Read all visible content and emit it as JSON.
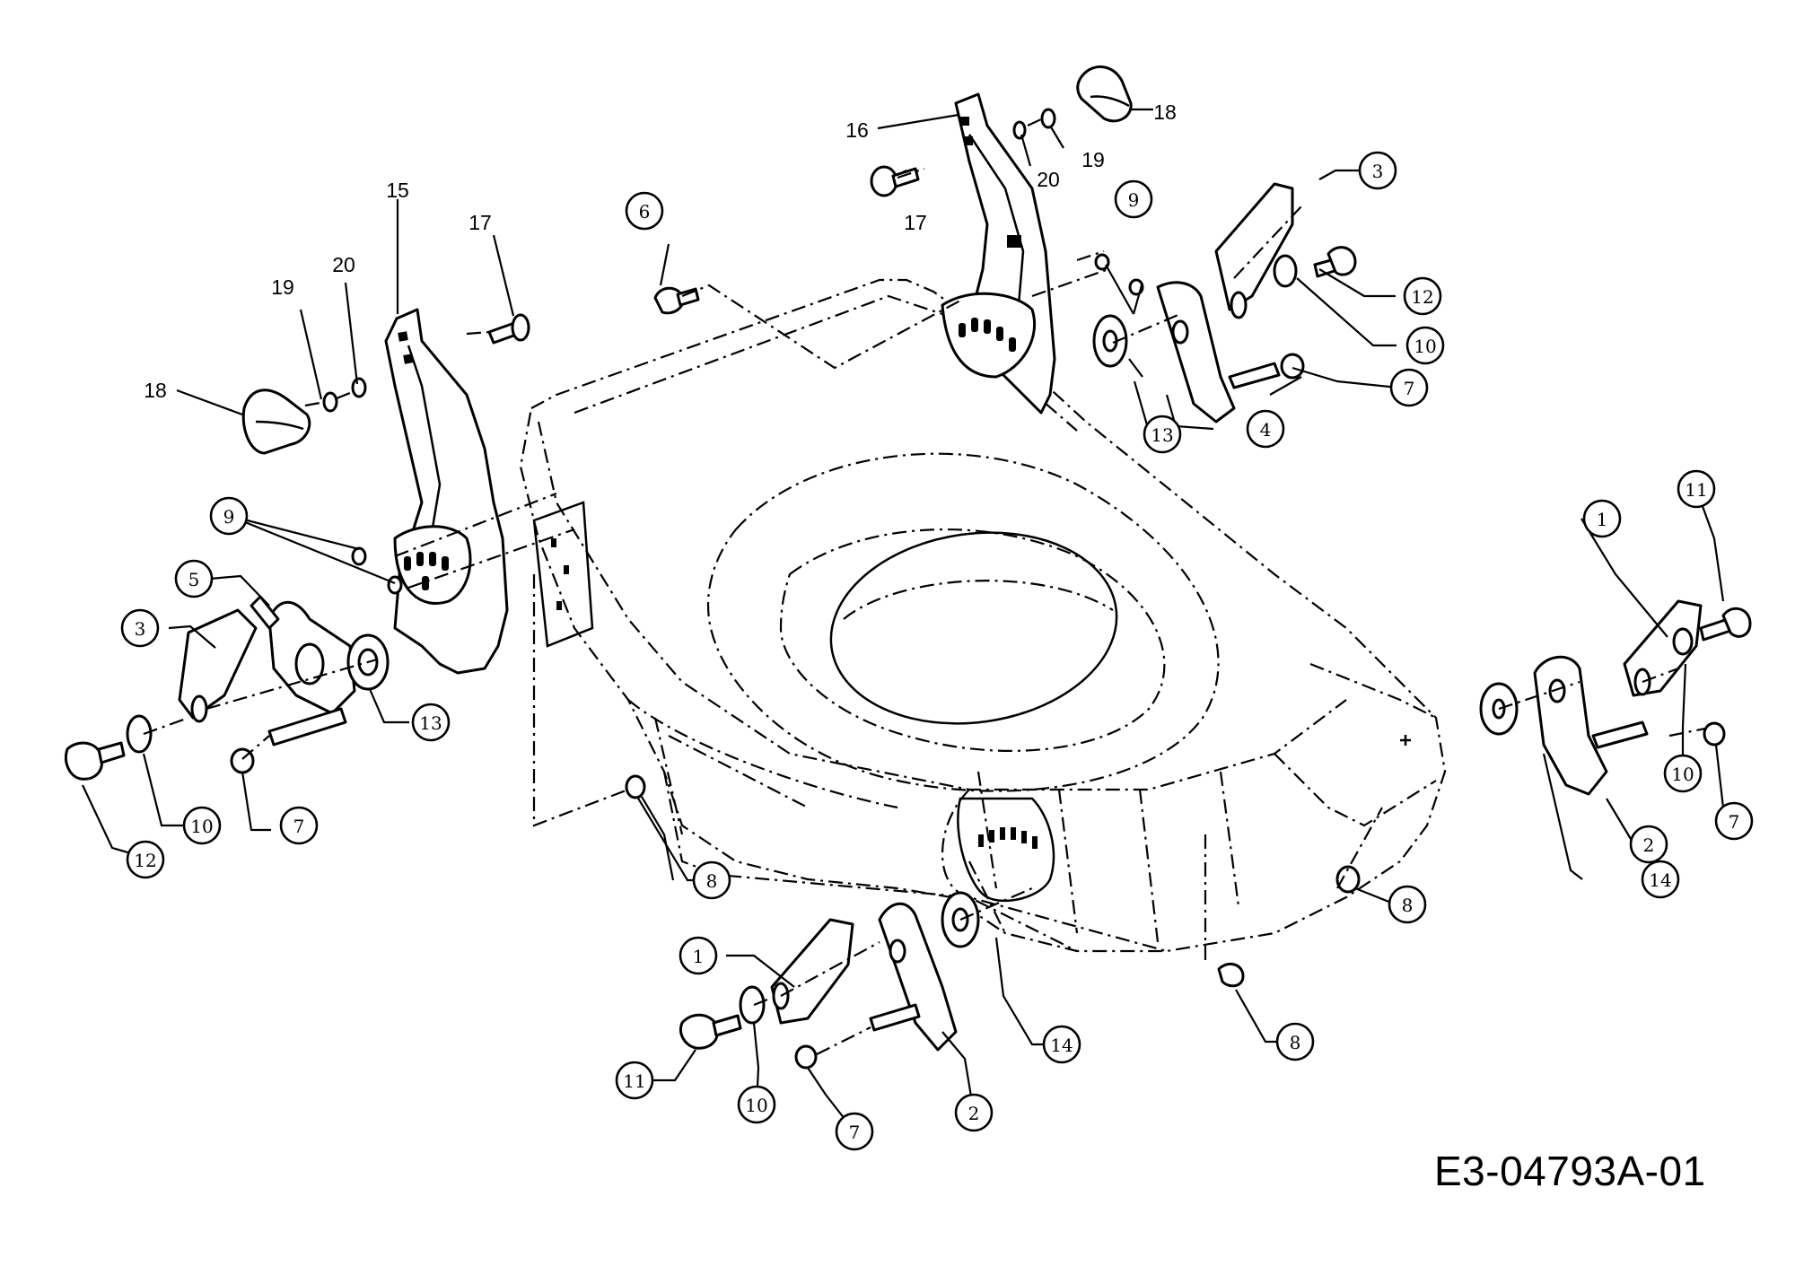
{
  "figure": {
    "id": "E3-04793A-01"
  },
  "callouts": [
    {
      "n": "1",
      "circled": true
    },
    {
      "n": "1",
      "circled": true
    },
    {
      "n": "2",
      "circled": true
    },
    {
      "n": "2",
      "circled": true
    },
    {
      "n": "3",
      "circled": true
    },
    {
      "n": "3",
      "circled": true
    },
    {
      "n": "4",
      "circled": true
    },
    {
      "n": "5",
      "circled": true
    },
    {
      "n": "6",
      "circled": true
    },
    {
      "n": "7",
      "circled": true
    },
    {
      "n": "7",
      "circled": true
    },
    {
      "n": "7",
      "circled": true
    },
    {
      "n": "7",
      "circled": true
    },
    {
      "n": "8",
      "circled": true
    },
    {
      "n": "8",
      "circled": true
    },
    {
      "n": "8",
      "circled": true
    },
    {
      "n": "9",
      "circled": true
    },
    {
      "n": "9",
      "circled": true
    },
    {
      "n": "10",
      "circled": true
    },
    {
      "n": "10",
      "circled": true
    },
    {
      "n": "10",
      "circled": true
    },
    {
      "n": "10",
      "circled": true
    },
    {
      "n": "11",
      "circled": true
    },
    {
      "n": "11",
      "circled": true
    },
    {
      "n": "12",
      "circled": true
    },
    {
      "n": "12",
      "circled": true
    },
    {
      "n": "13",
      "circled": true
    },
    {
      "n": "13",
      "circled": true
    },
    {
      "n": "14",
      "circled": true
    },
    {
      "n": "14",
      "circled": true
    },
    {
      "n": "15",
      "circled": false
    },
    {
      "n": "16",
      "circled": false
    },
    {
      "n": "17",
      "circled": false
    },
    {
      "n": "17",
      "circled": false
    },
    {
      "n": "18",
      "circled": false
    },
    {
      "n": "18",
      "circled": false
    },
    {
      "n": "19",
      "circled": false
    },
    {
      "n": "19",
      "circled": false
    },
    {
      "n": "20",
      "circled": false
    },
    {
      "n": "20",
      "circled": false
    }
  ]
}
